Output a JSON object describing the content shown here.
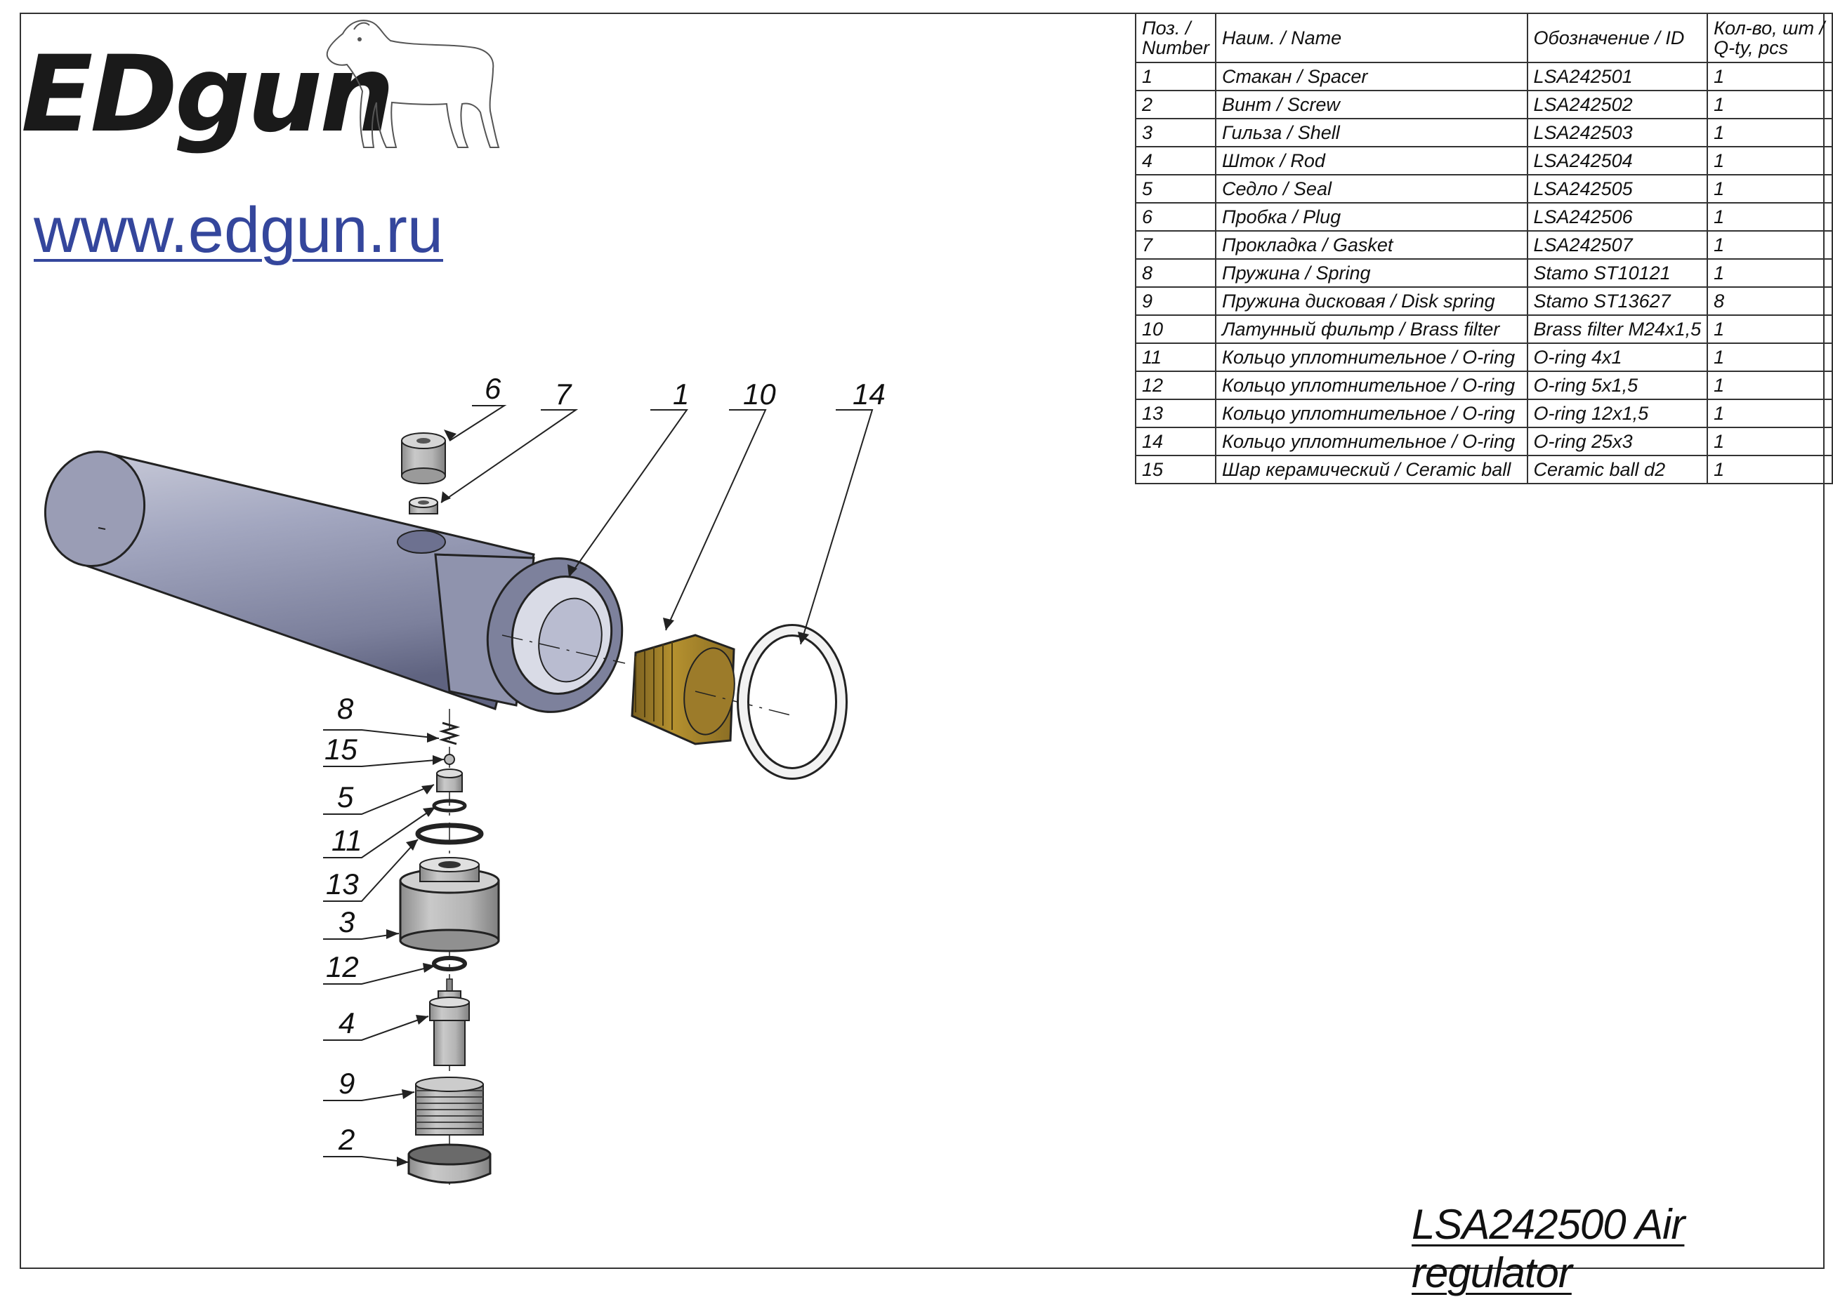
{
  "brand": {
    "logo_text": "EDgun",
    "website": "www.edgun.ru"
  },
  "sheet_title": "LSA242500 Air regulator",
  "table": {
    "headers": [
      "Поз. / Number",
      "Наим. / Name",
      "Обозначение / ID",
      "Кол-во, шт / Q-ty, pcs"
    ],
    "rows": [
      [
        "1",
        "Стакан / Spacer",
        "LSA242501",
        "1"
      ],
      [
        "2",
        "Винт / Screw",
        "LSA242502",
        "1"
      ],
      [
        "3",
        "Гильза  /  Shell",
        "LSA242503",
        "1"
      ],
      [
        "4",
        "Шток / Rod",
        "LSA242504",
        "1"
      ],
      [
        "5",
        "Седло / Seal",
        "LSA242505",
        "1"
      ],
      [
        "6",
        "Пробка / Plug",
        "LSA242506",
        "1"
      ],
      [
        "7",
        "Прокладка / Gasket",
        "LSA242507",
        "1"
      ],
      [
        "8",
        "Пружина / Spring",
        "Stamo ST10121",
        "1"
      ],
      [
        "9",
        "Пружина дисковая / Disk spring",
        "Stamo ST13627",
        "8"
      ],
      [
        "10",
        "Латунный  фильтр / Brass filter",
        "Brass filter M24x1,5",
        "1"
      ],
      [
        "11",
        "Кольцо уплотнительное / O-ring",
        "O-ring 4x1",
        "1"
      ],
      [
        "12",
        "Кольцо уплотнительное / O-ring",
        "O-ring 5x1,5",
        "1"
      ],
      [
        "13",
        "Кольцо уплотнительное / O-ring",
        "O-ring 12x1,5",
        "1"
      ],
      [
        "14",
        "Кольцо уплотнительное / O-ring",
        "O-ring 25x3",
        "1"
      ],
      [
        "15",
        "Шар керамический / Ceramic ball",
        "Ceramic ball d2",
        "1"
      ]
    ]
  },
  "callouts": {
    "c1": "1",
    "c2": "2",
    "c3": "3",
    "c4": "4",
    "c5": "5",
    "c6": "6",
    "c7": "7",
    "c8": "8",
    "c9": "9",
    "c10": "10",
    "c11": "11",
    "c12": "12",
    "c13": "13",
    "c14": "14",
    "c15": "15"
  }
}
